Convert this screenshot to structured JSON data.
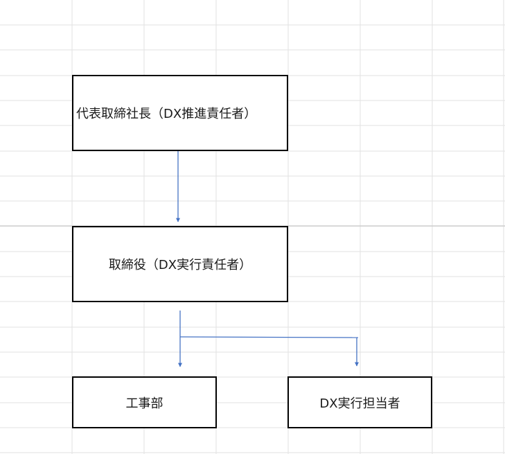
{
  "diagram": {
    "nodes": {
      "ceo": {
        "label": "代表取締社長（DX推進責任者）"
      },
      "director": {
        "label": "取締役（DX実行責任者）"
      },
      "construction": {
        "label": "工事部"
      },
      "dx_staff": {
        "label": "DX実行担当者"
      }
    },
    "edges": [
      {
        "from": "ceo",
        "to": "director"
      },
      {
        "from": "director",
        "to": "construction"
      },
      {
        "from": "director",
        "to": "dx_staff"
      }
    ]
  },
  "colors": {
    "grid_line": "#e2e2e2",
    "page_divider": "#cccccc",
    "connector": "#4472c4",
    "box_border": "#000000",
    "text": "#1a1a1a"
  }
}
